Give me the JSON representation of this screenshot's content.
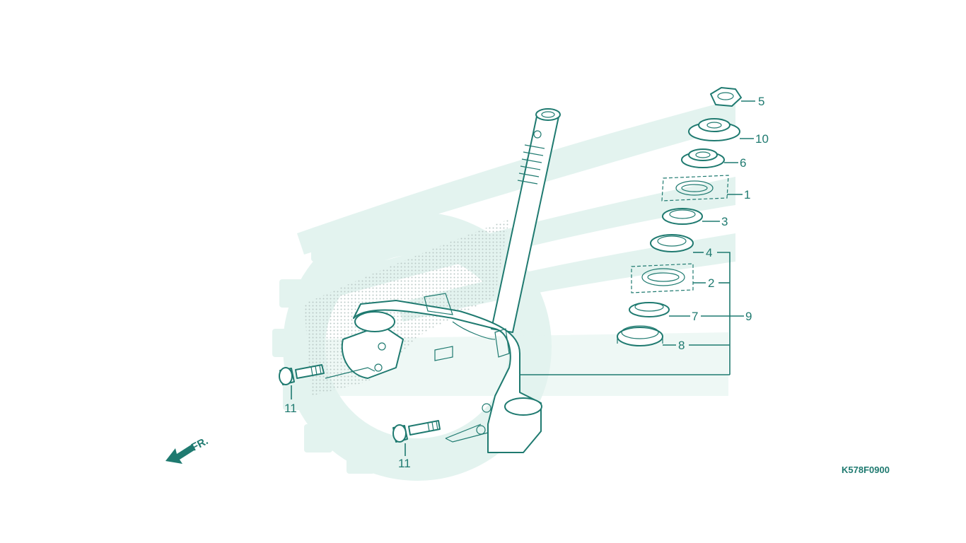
{
  "diagram": {
    "drawing_code": "K578F0900",
    "direction_label": "FR.",
    "colors": {
      "line": "#1f7a70",
      "watermark": "#e3f3ef",
      "dots": "#b9c9c6"
    },
    "callouts": [
      {
        "id": "c5",
        "label": "5"
      },
      {
        "id": "c10",
        "label": "10"
      },
      {
        "id": "c6",
        "label": "6"
      },
      {
        "id": "c1",
        "label": "1"
      },
      {
        "id": "c3",
        "label": "3"
      },
      {
        "id": "c4",
        "label": "4"
      },
      {
        "id": "c2",
        "label": "2"
      },
      {
        "id": "c7",
        "label": "7"
      },
      {
        "id": "c9",
        "label": "9"
      },
      {
        "id": "c8",
        "label": "8"
      },
      {
        "id": "c11a",
        "label": "11"
      },
      {
        "id": "c11b",
        "label": "11"
      }
    ]
  }
}
